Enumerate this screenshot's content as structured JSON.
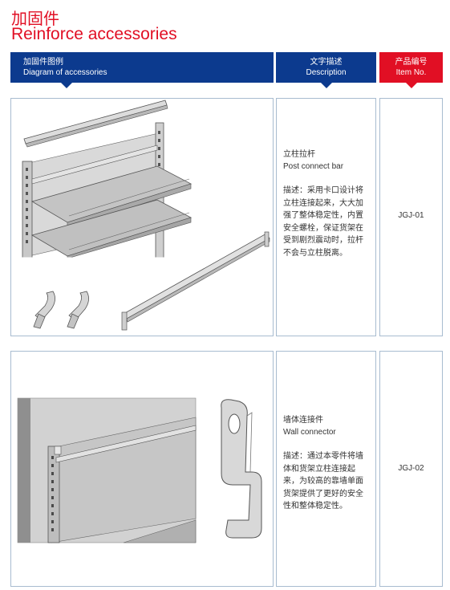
{
  "page": {
    "title_cn": "加固件",
    "title_en": "Reinforce accessories"
  },
  "header": {
    "diagram_cn": "加固件图例",
    "diagram_en": "Diagram of accessories",
    "desc_cn": "文字描述",
    "desc_en": "Description",
    "item_cn": "产品编号",
    "item_en": "Item No."
  },
  "products": [
    {
      "name_cn": "立柱拉杆",
      "name_en": "Post connect bar",
      "description": "描述：采用卡口设计将立柱连接起来，大大加强了整体稳定性，内置安全螺栓，保证货架在受到剧烈震动时，拉杆不会与立柱脱离。",
      "item_no": "JGJ-01"
    },
    {
      "name_cn": "墙体连接件",
      "name_en": "Wall connector",
      "description": "描述：通过本零件将墙体和货架立柱连接起来，为较高的靠墙单面货架提供了更好的安全性和整体稳定性。",
      "item_no": "JGJ-02"
    }
  ],
  "colors": {
    "brand_red": "#e10f24",
    "header_blue": "#0c3a8e",
    "border": "#a8bcd0"
  }
}
